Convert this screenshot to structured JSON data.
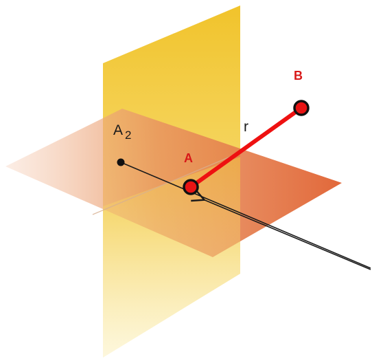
{
  "labels": {
    "point_a": "A",
    "point_b": "B",
    "segment": "r",
    "projection_letter": "A",
    "projection_subscript": "2"
  },
  "colors": {
    "vertical_plane": "#f0c020",
    "horizontal_plane": "#e06030",
    "segment": "#ee1111",
    "point_label": "#d81818",
    "ray": "#1a1a1a"
  }
}
